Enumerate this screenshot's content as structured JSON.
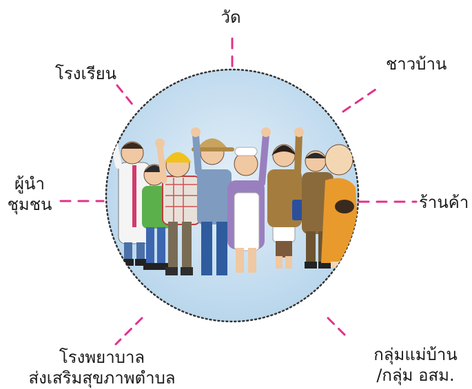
{
  "center_image": {
    "description_icon": "community-people-illustration-icon"
  },
  "colors": {
    "accent": "#e0338a",
    "circle_fill": "#c5dff0",
    "circle_border": "#333333",
    "text": "#1a1a1a"
  },
  "nodes": {
    "top": {
      "lines": [
        "วัด"
      ]
    },
    "top_right": {
      "lines": [
        "ชาวบ้าน"
      ]
    },
    "right": {
      "lines": [
        "ร้านค้า"
      ]
    },
    "bottom_right": {
      "lines": [
        "กลุ่มแม่บ้าน",
        "/กลุ่ม อสม."
      ]
    },
    "bottom_left": {
      "lines": [
        "โรงพยาบาล",
        "ส่งเสริมสุขภาพตำบล"
      ]
    },
    "left": {
      "lines": [
        "ผู้นำ",
        "ชุมชน"
      ]
    },
    "top_left": {
      "lines": [
        "โรงเรียน"
      ]
    }
  }
}
